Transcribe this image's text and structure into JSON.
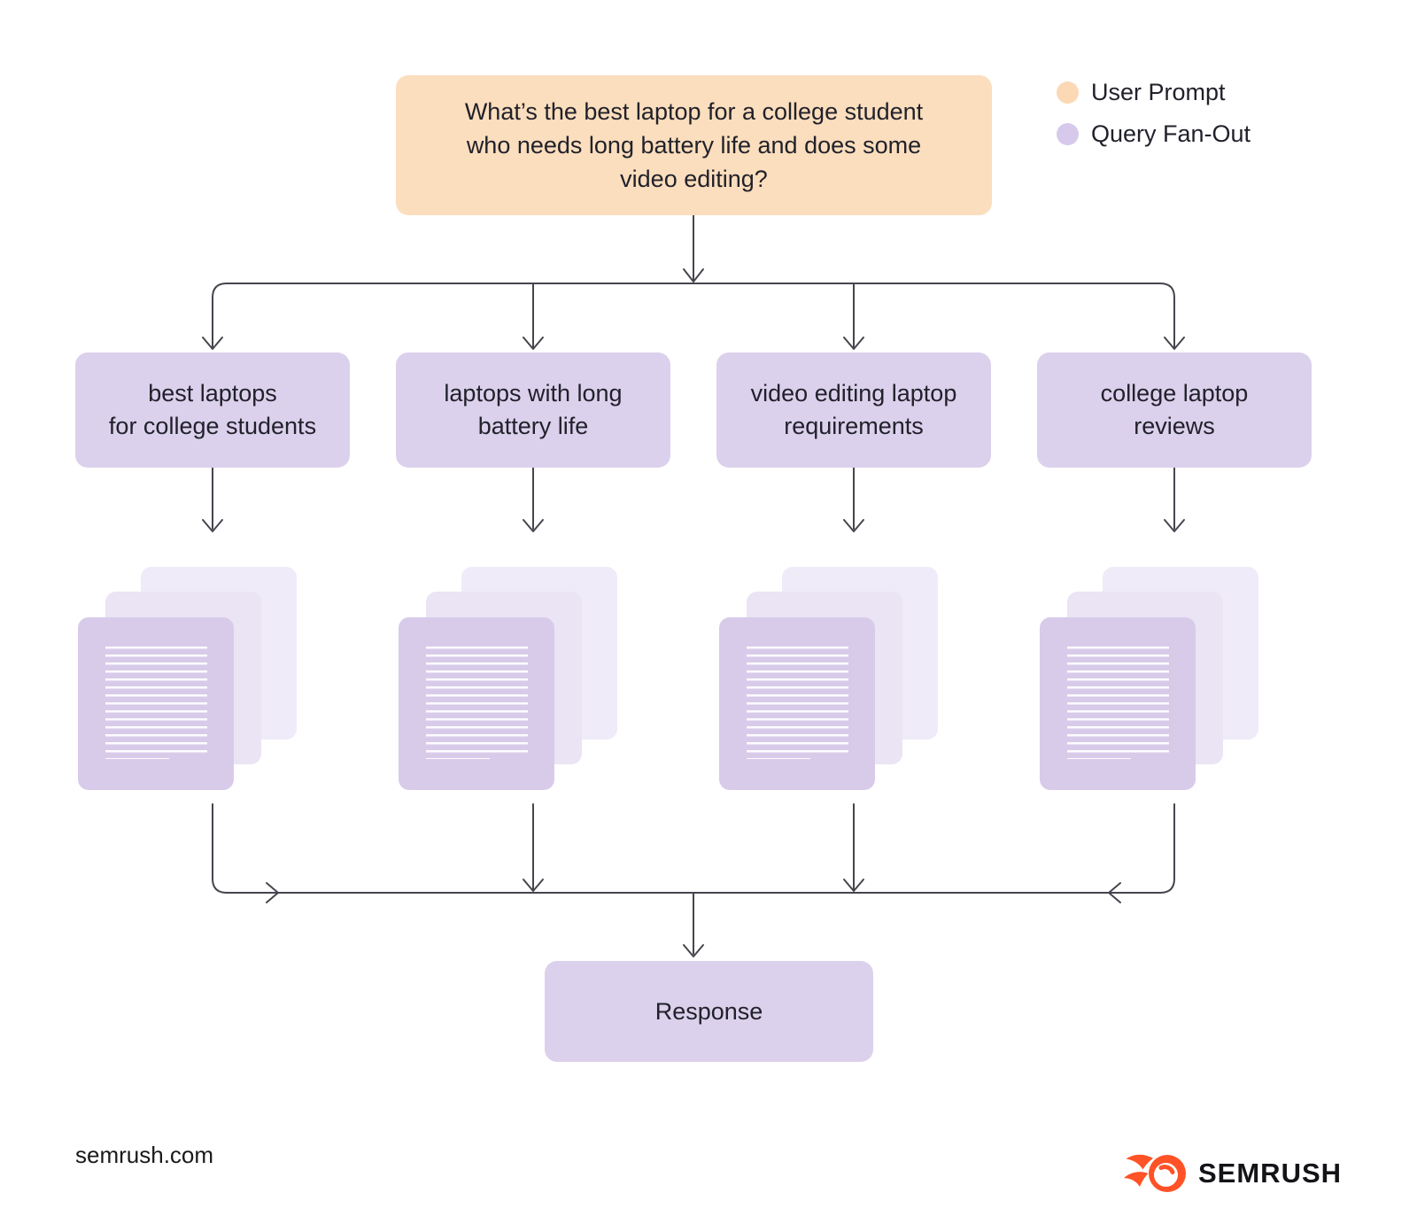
{
  "prompt": {
    "text": "What’s the best laptop for a college student\nwho needs long battery life and does some\nvideo editing?"
  },
  "legend": {
    "items": [
      {
        "label": "User Prompt",
        "color": "#fbd9b4"
      },
      {
        "label": "Query Fan-Out",
        "color": "#d6c9ec"
      }
    ]
  },
  "queries": [
    {
      "label": "best laptops\nfor college students"
    },
    {
      "label": "laptops with long\nbattery life"
    },
    {
      "label": "video editing laptop\nrequirements"
    },
    {
      "label": "college laptop\nreviews"
    }
  ],
  "documents": {
    "stack_count": 4,
    "docs_per_stack": 3
  },
  "response": {
    "label": "Response"
  },
  "footer": {
    "site": "semrush.com",
    "brand": "SEMRUSH"
  },
  "colors": {
    "user_prompt_fill": "#fbdebd",
    "query_fanout_fill": "#dcd1ec",
    "document_front_fill": "#d8cbea",
    "document_middle_fill": "#eae4f4",
    "document_back_fill": "#f0ebf8",
    "connector_stroke": "#45454e",
    "brand_orange": "#ff5226",
    "text": "#21212b"
  }
}
